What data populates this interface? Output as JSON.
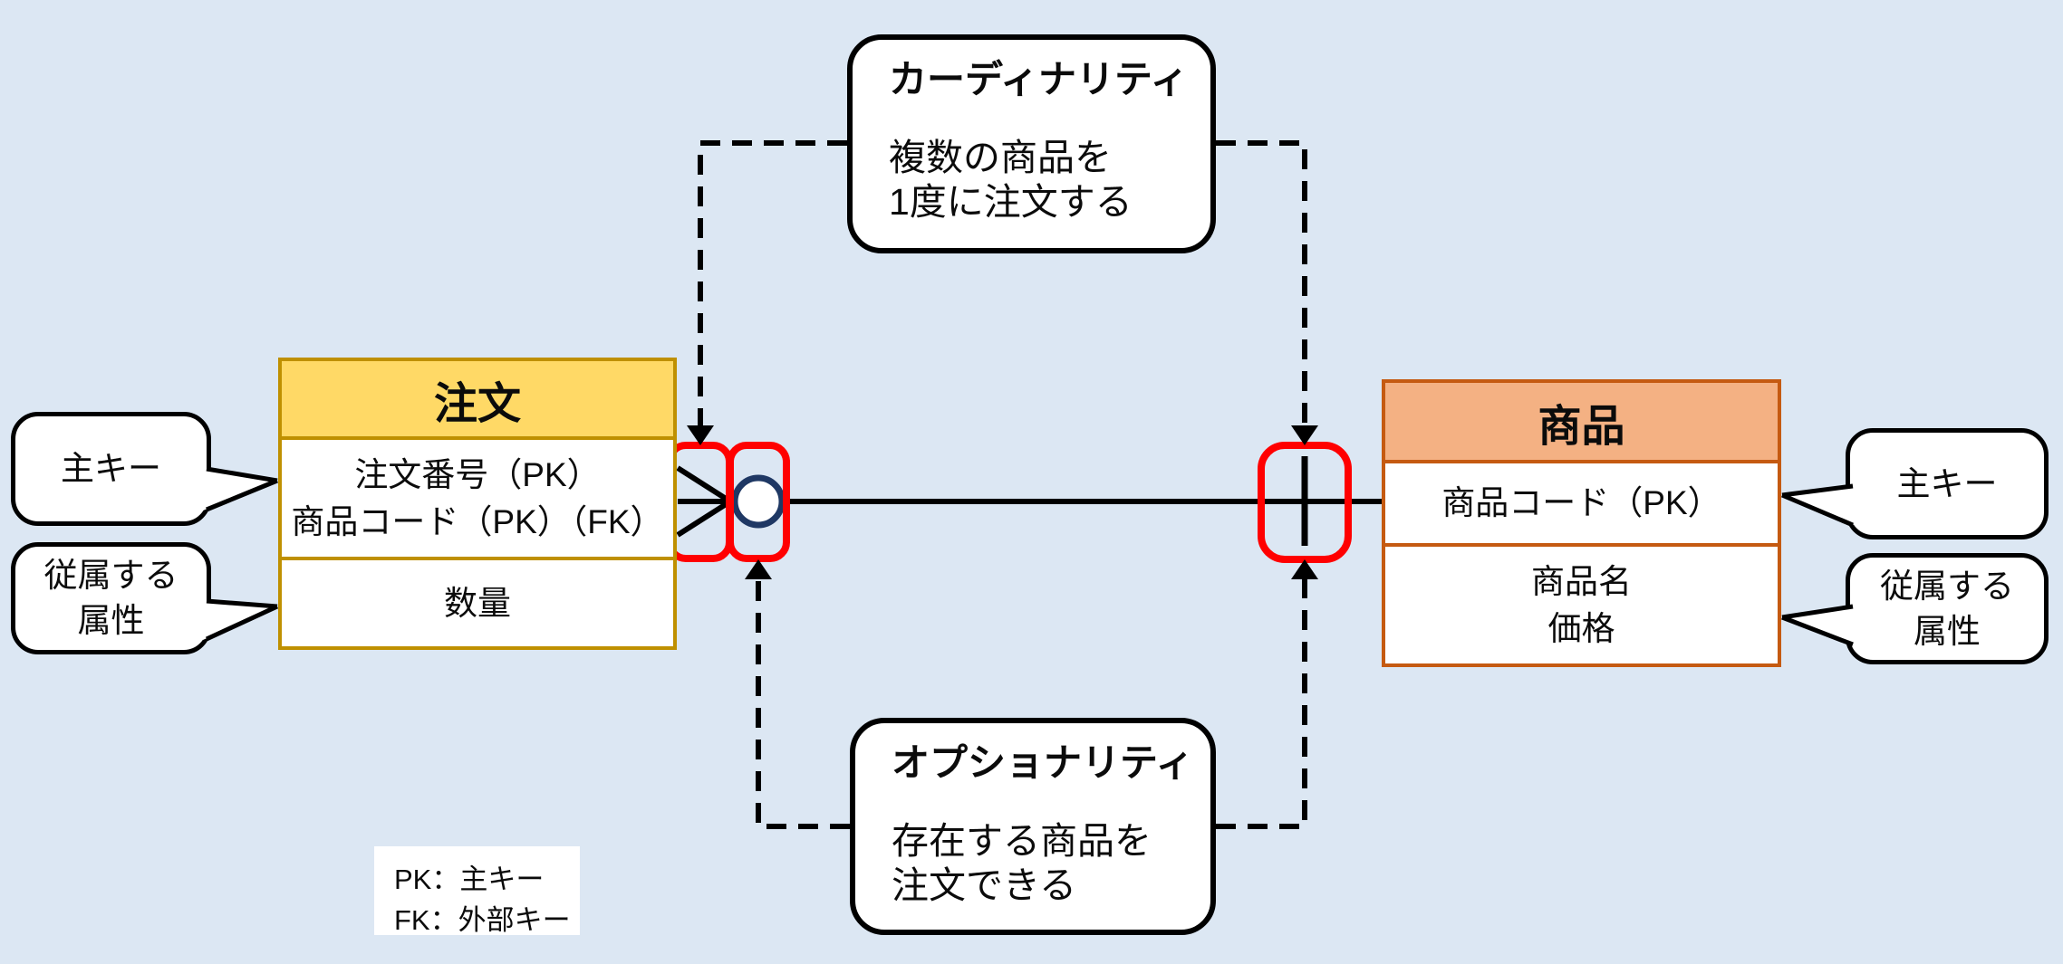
{
  "colors": {
    "background": "#dce7f3",
    "order_header": "#ffd966",
    "order_border": "#bf9000",
    "product_header": "#f4b183",
    "product_border": "#c55a11",
    "highlight_red": "#ff0000",
    "circle_navy": "#1f3864",
    "line_black": "#000000"
  },
  "entities": {
    "order": {
      "title": "注文",
      "rows": [
        [
          "注文番号（PK）",
          "商品コード（PK）（FK）"
        ],
        [
          "数量"
        ]
      ]
    },
    "product": {
      "title": "商品",
      "rows": [
        [
          "商品コード（PK）"
        ],
        [
          "商品名",
          "価格"
        ]
      ]
    }
  },
  "annotations": {
    "cardinality": {
      "title": "カーディナリティ",
      "body": [
        "複数の商品を",
        "1度に注文する"
      ]
    },
    "optionality": {
      "title": "オプショナリティ",
      "body": [
        "存在する商品を",
        "注文できる"
      ]
    }
  },
  "side_callouts": {
    "order_pk": [
      "主キー"
    ],
    "order_attrs": [
      "従属する",
      "属性"
    ],
    "product_pk": [
      "主キー"
    ],
    "product_attrs": [
      "従属する",
      "属性"
    ]
  },
  "legend": [
    "PK：主キー",
    "FK：外部キー"
  ],
  "symbols": {
    "left": "crow-foot-many-icon",
    "middle": "optionality-circle-icon",
    "right": "one-bar-icon"
  }
}
